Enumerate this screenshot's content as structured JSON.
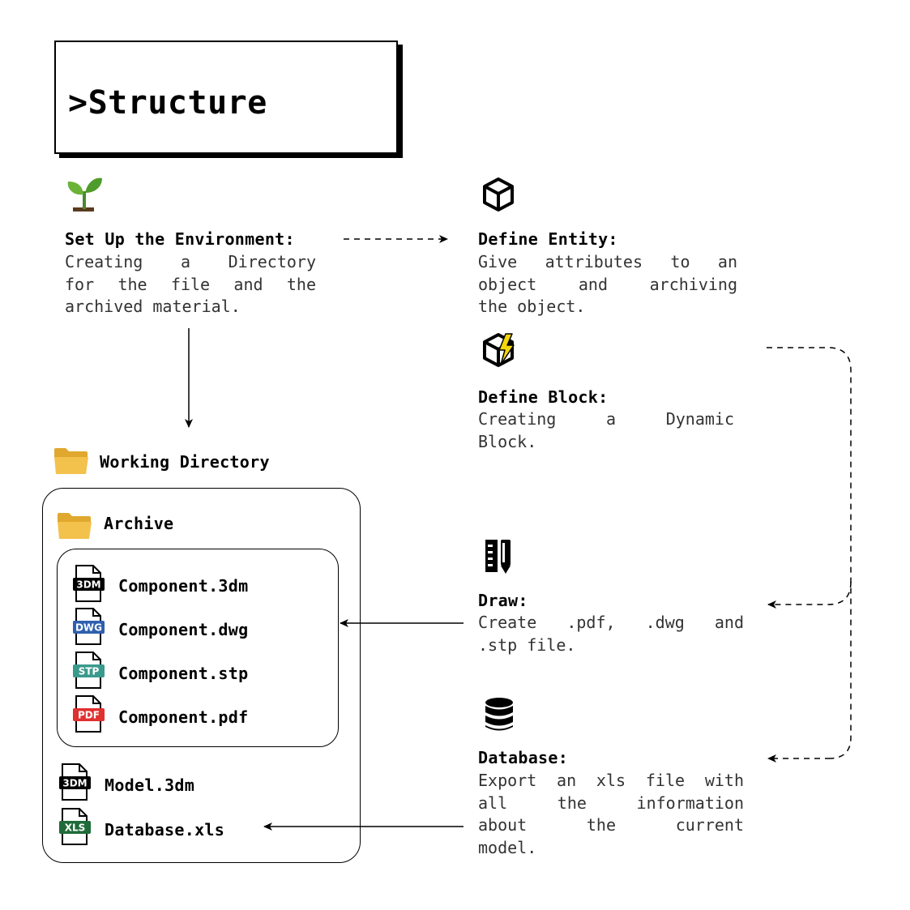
{
  "title": ">Structure",
  "steps": {
    "setup": {
      "title": "Set Up the Environment:",
      "lines": [
        "Creating a Directory",
        "for the file and the",
        "archived material."
      ],
      "icon": "seedling-icon"
    },
    "entity": {
      "title": "Define Entity:",
      "lines": [
        "Give attributes to an",
        "object and archiving",
        "the object."
      ],
      "icon": "cube-icon"
    },
    "block": {
      "title": "Define Block:",
      "lines": [
        "Creating a Dynamic",
        "Block."
      ],
      "icon": "lightning-cube-icon"
    },
    "draw": {
      "title": "Draw:",
      "lines": [
        "Create .pdf, .dwg and",
        ".stp file."
      ],
      "icon": "drawing-tools-icon"
    },
    "database": {
      "title": "Database:",
      "lines": [
        "Export an xls file with",
        "all the information",
        "about the current",
        "model."
      ],
      "icon": "database-icon"
    }
  },
  "directory": {
    "working": "Working Directory",
    "archive": "Archive",
    "archive_files": [
      {
        "name": "Component.3dm",
        "badge": "3DM",
        "color": "#000000"
      },
      {
        "name": "Component.dwg",
        "badge": "DWG",
        "color": "#2f5fae"
      },
      {
        "name": "Component.stp",
        "badge": "STP",
        "color": "#3a9a8c"
      },
      {
        "name": "Component.pdf",
        "badge": "PDF",
        "color": "#e03030"
      }
    ],
    "root_files": [
      {
        "name": "Model.3dm",
        "badge": "3DM",
        "color": "#000000"
      },
      {
        "name": "Database.xls",
        "badge": "XLS",
        "color": "#1f6b3a"
      }
    ],
    "folder_color": "#f3c24c"
  }
}
